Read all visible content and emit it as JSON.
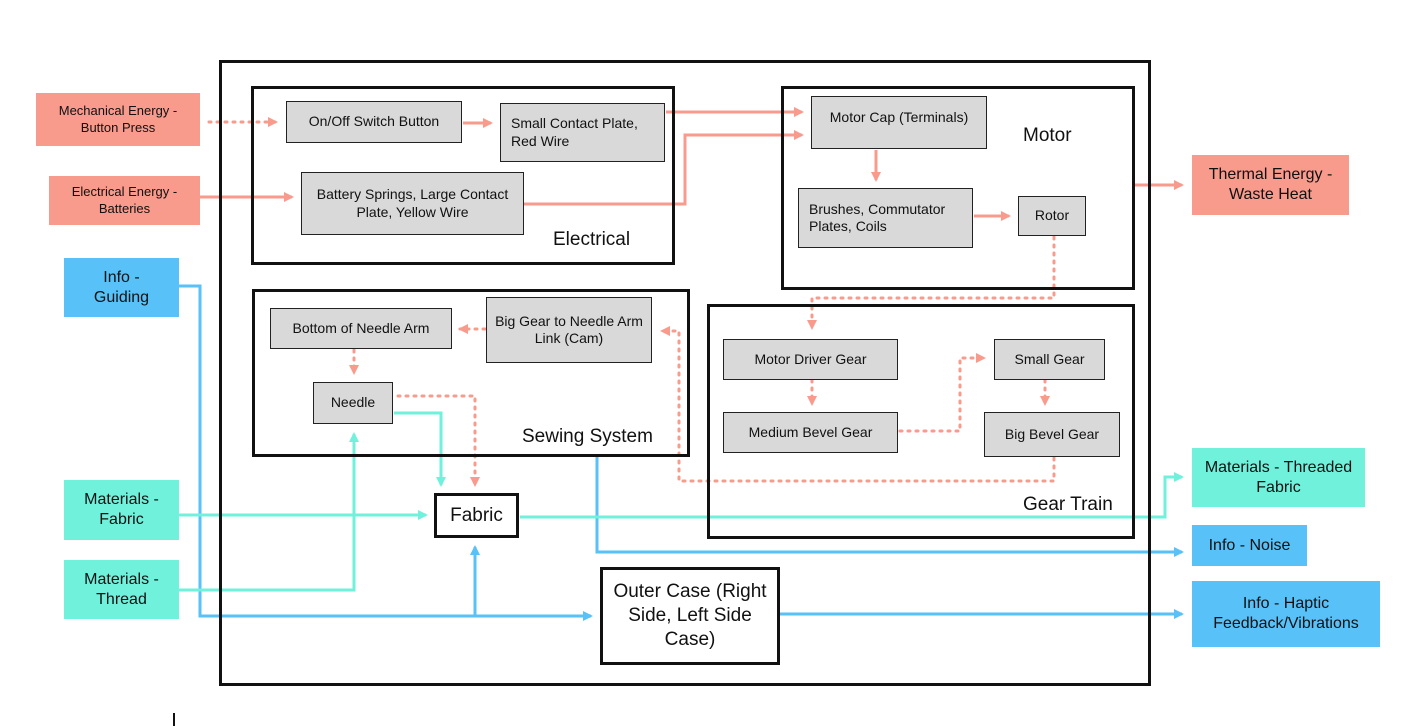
{
  "subsystems": {
    "electrical": "Electrical",
    "motor": "Motor",
    "sewing": "Sewing System",
    "gear_train": "Gear Train"
  },
  "components": {
    "switch": "On/Off Switch Button",
    "small_plate": "Small Contact Plate, Red Wire",
    "battery_springs": "Battery Springs, Large Contact Plate, Yellow Wire",
    "motor_cap": "Motor Cap (Terminals)",
    "brushes": "Brushes, Commutator Plates, Coils",
    "rotor": "Rotor",
    "needle_arm_bottom": "Bottom of Needle Arm",
    "cam": "Big Gear to Needle Arm Link (Cam)",
    "needle": "Needle",
    "motor_driver_gear": "Motor Driver Gear",
    "small_gear": "Small Gear",
    "medium_bevel": "Medium Bevel Gear",
    "big_bevel": "Big Bevel Gear",
    "fabric": "Fabric",
    "outer_case": "Outer Case (Right Side, Left Side Case)"
  },
  "inputs": {
    "mech_energy": "Mechanical Energy - Button Press",
    "elec_energy": "Electrical Energy - Batteries",
    "info_guiding": "Info - Guiding",
    "mat_fabric": "Materials - Fabric",
    "mat_thread": "Materials - Thread"
  },
  "outputs": {
    "thermal": "Thermal Energy - Waste Heat",
    "threaded_fabric": "Materials - Threaded Fabric",
    "noise": "Info - Noise",
    "haptic": "Info - Haptic Feedback/Vibrations"
  },
  "colors": {
    "energy": "#f89a8c",
    "info": "#57c1f8",
    "material": "#6ff1dc"
  }
}
